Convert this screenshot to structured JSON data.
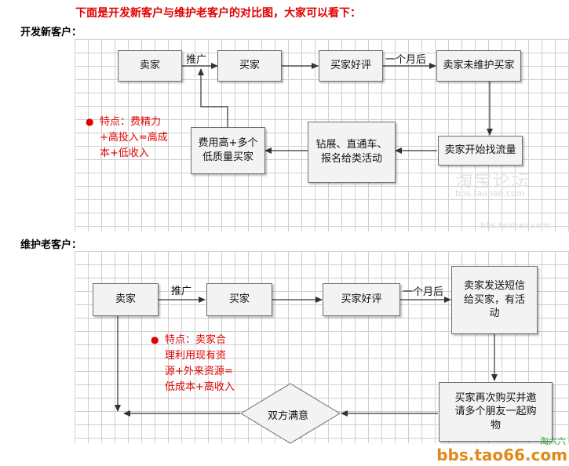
{
  "heading": "下面是开发新客户与维护老客户的对比图，大家可以看下：",
  "new_customers": {
    "title": "开发新客户：",
    "seller": "卖家",
    "promotion_label": "推广",
    "buyer": "买家",
    "good_review": "买家好评",
    "one_month_label": "一个月后",
    "not_maintained": "卖家未维护买家",
    "start_traffic": "卖家开始找流量",
    "activities": [
      "钻展、直通车、",
      "报名给类活动"
    ],
    "high_cost": [
      "费用高+多个",
      "低质量买家"
    ],
    "feature": {
      "bullet": "●",
      "lines": [
        "特点：费精力",
        "+高投入=高成",
        "本+低收入"
      ]
    },
    "watermark": "淘宝论坛",
    "watermark_url": "bbs.taobao.com"
  },
  "maintain_customers": {
    "title": "维护老客户：",
    "seller": "卖家",
    "promotion_label": "推广",
    "buyer": "买家",
    "good_review": "买家好评",
    "one_month_label": "一个月后",
    "sms": [
      "卖家发送短信",
      "给买家，有活",
      "动"
    ],
    "repurchase": [
      "买家再次购买并邀",
      "请多个朋友一起购",
      "物"
    ],
    "win_win": "双方满意",
    "feature": {
      "bullet": "●",
      "lines": [
        "特点：卖家合",
        "理利用现有资",
        "源+外来资源=",
        "低成本+高收入"
      ]
    }
  },
  "logo": {
    "site": "bbs.tao66.com",
    "tag": "淘六六"
  }
}
